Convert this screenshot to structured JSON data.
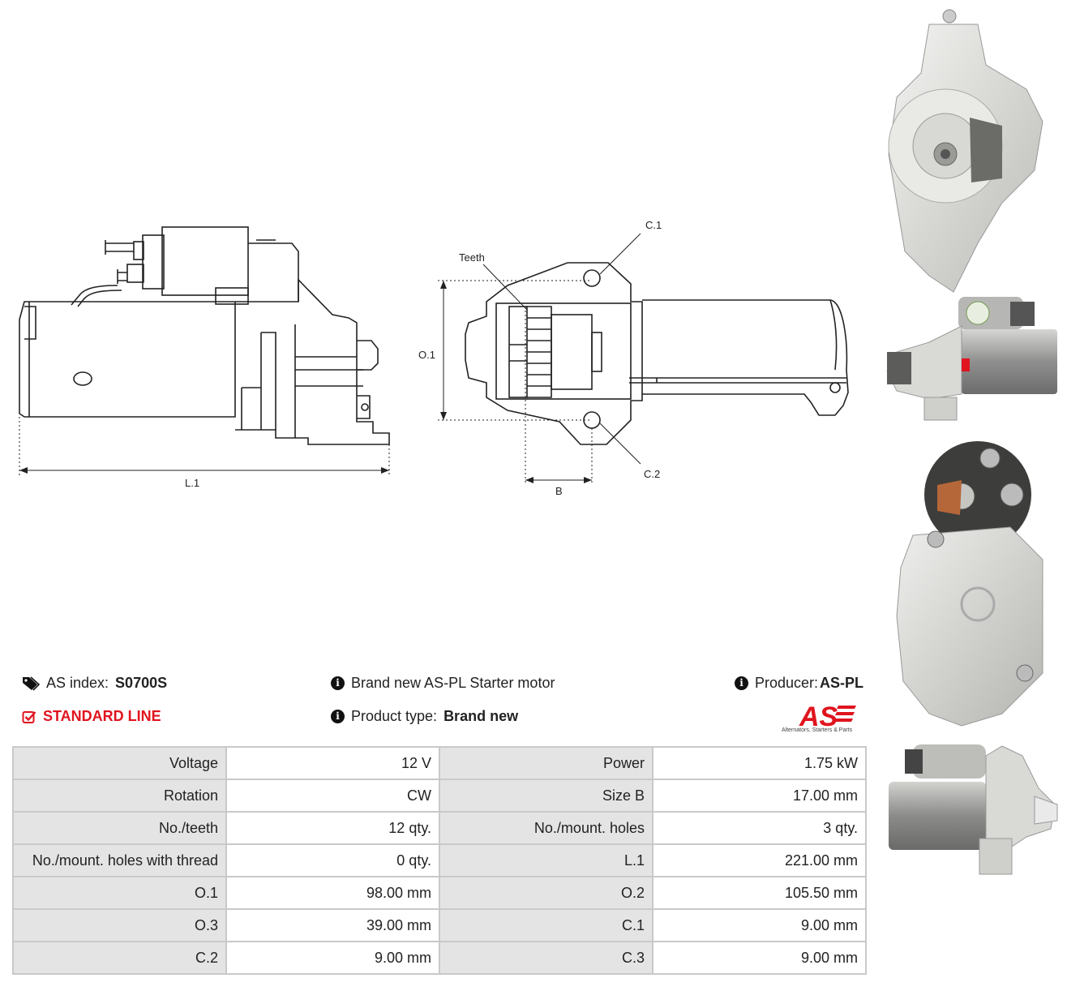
{
  "drawing": {
    "labels": {
      "l1": "L.1",
      "o1": "O.1",
      "b": "B",
      "teeth": "Teeth",
      "c1": "C.1",
      "c2": "C.2"
    }
  },
  "info": {
    "as_index_label": "AS index:",
    "as_index_value": "S0700S",
    "line": "STANDARD LINE",
    "description": "Brand new AS-PL Starter motor",
    "product_type_label": "Product type:",
    "product_type_value": "Brand new",
    "producer_label": "Producer:",
    "producer_value": "AS-PL"
  },
  "logo": {
    "mark": "AS",
    "tagline": "Alternators, Starters & Parts"
  },
  "specs": [
    [
      {
        "k": "Voltage",
        "v": "12 V"
      },
      {
        "k": "Power",
        "v": "1.75 kW"
      }
    ],
    [
      {
        "k": "Rotation",
        "v": "CW"
      },
      {
        "k": "Size B",
        "v": "17.00 mm"
      }
    ],
    [
      {
        "k": "No./teeth",
        "v": "12 qty."
      },
      {
        "k": "No./mount. holes",
        "v": "3 qty."
      }
    ],
    [
      {
        "k": "No./mount. holes with thread",
        "v": "0 qty."
      },
      {
        "k": "L.1",
        "v": "221.00 mm"
      }
    ],
    [
      {
        "k": "O.1",
        "v": "98.00 mm"
      },
      {
        "k": "O.2",
        "v": "105.50 mm"
      }
    ],
    [
      {
        "k": "O.3",
        "v": "39.00 mm"
      },
      {
        "k": "C.1",
        "v": "9.00 mm"
      }
    ],
    [
      {
        "k": "C.2",
        "v": "9.00 mm"
      },
      {
        "k": "C.3",
        "v": "9.00 mm"
      }
    ]
  ],
  "colors": {
    "accent": "#e0141e",
    "label_bg": "#e4e4e4",
    "border": "#c9c9c9"
  },
  "icons": {
    "tag": "tag-icon",
    "check": "check-square-icon",
    "info": "info-circle-icon"
  }
}
